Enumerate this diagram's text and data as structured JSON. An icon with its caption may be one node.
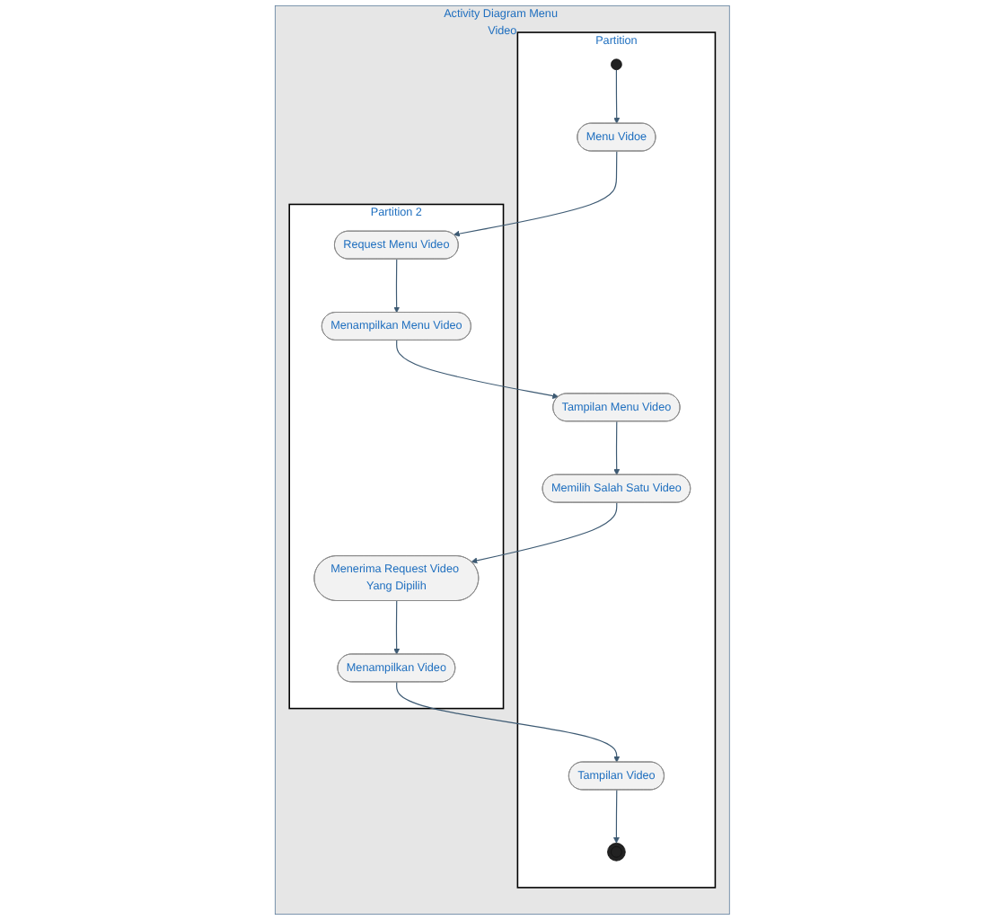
{
  "diagram": {
    "nodes": [
      {
        "text": [
          "Activity Diagram Menu Video"
        ]
      },
      {
        "text": [
          "Partition"
        ],
        "in": 0
      },
      {
        "text": [
          "Partition 2"
        ],
        "in": 0
      },
      {
        "text": [],
        "shape": "circle",
        "in": 1
      },
      {
        "text": [
          "Menu Vidoe"
        ],
        "in": 1
      },
      {
        "text": [
          "Request Menu Video"
        ],
        "in": 2
      },
      {
        "text": [
          "Tampilan Menu Video"
        ],
        "in": 1
      },
      {
        "text": [
          "Menampilkan Menu Video"
        ],
        "in": 2
      },
      {
        "text": [
          "Memilih Salah Satu  Video"
        ],
        "in": 1
      },
      {
        "text": [
          "Menerima Request Video Yang Dipilih"
        ],
        "in": 2
      },
      {
        "text": [
          "Tampilan Video"
        ],
        "in": 1
      },
      {
        "text": [
          "Menampilkan Video"
        ],
        "in": 2
      },
      {
        "text": [],
        "shape": "bullseye",
        "in": 1
      }
    ],
    "edges": [
      {
        "from": 3,
        "to": 4,
        "arrow": "to"
      },
      {
        "from": 4,
        "to": 5,
        "arrow": "to"
      },
      {
        "from": 5,
        "to": 7,
        "arrow": "to"
      },
      {
        "from": 7,
        "to": 6,
        "arrow": "to"
      },
      {
        "from": 6,
        "to": 8,
        "arrow": "to"
      },
      {
        "from": 8,
        "to": 9,
        "arrow": "to"
      },
      {
        "from": 9,
        "to": 11,
        "arrow": "to"
      },
      {
        "from": 11,
        "to": 10,
        "arrow": "to"
      },
      {
        "from": 10,
        "to": 12,
        "arrow": "to"
      }
    ]
  }
}
